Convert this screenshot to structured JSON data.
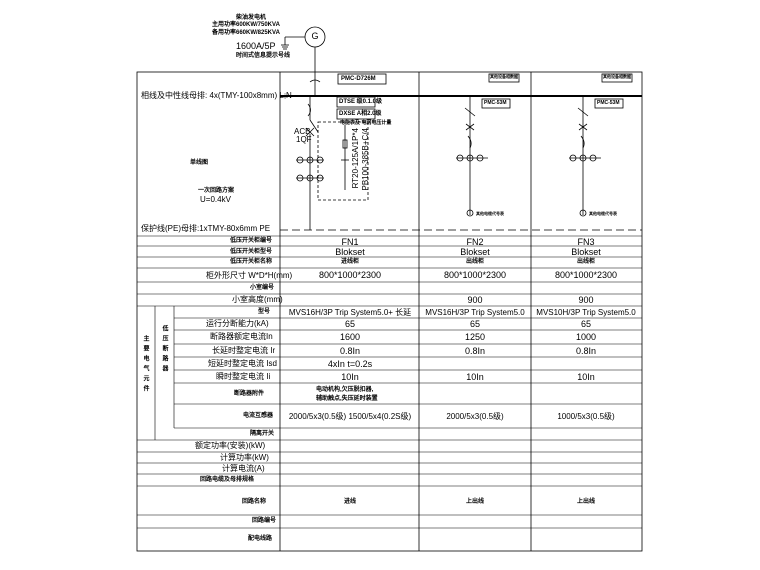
{
  "generator": {
    "title": "柴油发电机",
    "main_power": "主用功率600KW/750KVA",
    "standby_power": "备用功率660KW/825KVA",
    "breaker": "1600A/5P",
    "breaker_note": "时间式信息提示号线",
    "symbol": "G"
  },
  "busbar": {
    "label": "相线及中性线母排: 4x(TMY-100x8mm) L;N",
    "pe_label": "保护线(PE)母排:1xTMY-80x6mm PE"
  },
  "left_header": {
    "single_line": "单线图",
    "scheme": "一次回路方案",
    "voltage": "U=0.4kV"
  },
  "diagram": {
    "pmc_tag": "PMC-D726M",
    "dt_label_1": "DTSE 级0.1.0级",
    "dt_label_2": "DXSE A相2.0级",
    "dt_note": "电能表及 电网电压计量",
    "acb": "ACB",
    "qf": "1QF",
    "rt_fuse": "RT20-125A/1P*4",
    "pb_surge": "PB100-385B+C/4",
    "fn_tag": "其他设备相数据",
    "pmc_53": "PMC-53M",
    "cable_note": "其他电缆代号表"
  },
  "table": {
    "row_labels": [
      "低压开关柜编号",
      "低压开关柜型号",
      "低压开关柜名称",
      "柜外形尺寸 W*D*H(mm)",
      "小室编号",
      "小室高度(mm)"
    ],
    "columns": [
      {
        "id": "FN1",
        "model": "Blokset",
        "name": "进线柜",
        "size": "800*1000*2300",
        "cell_no": "",
        "cell_height": ""
      },
      {
        "id": "FN2",
        "model": "Blokset",
        "name": "出线柜",
        "size": "800*1000*2300",
        "cell_no": "",
        "cell_height": "900"
      },
      {
        "id": "FN3",
        "model": "Blokset",
        "name": "出线柜",
        "size": "800*1000*2300",
        "cell_no": "",
        "cell_height": "900"
      }
    ],
    "main_equip_label": "主要电气元件",
    "lv_breaker_label": "低压断路器",
    "breaker_rows": [
      "型号",
      "运行分断能力(kA)",
      "断路器额定电流In",
      "长延时整定电流 Ir",
      "短延时整定电流 Isd",
      "瞬时整定电流 Ii"
    ],
    "breaker_values": [
      [
        "MVS16H/3P Trip System5.0+ 长延",
        "MVS16H/3P Trip System5.0",
        "MVS10H/3P Trip System5.0"
      ],
      [
        "65",
        "65",
        "65"
      ],
      [
        "1600",
        "1250",
        "1000"
      ],
      [
        "0.8In",
        "0.8In",
        "0.8In"
      ],
      [
        "4xIn  t=0.2s",
        "",
        ""
      ],
      [
        "10In",
        "10In",
        "10In"
      ]
    ],
    "accessory_label": "断路器附件",
    "accessory_value": [
      "电动机构,欠压脱扣器,",
      "辅助触点,失压延时装置"
    ],
    "ct_label": "电流互感器",
    "ct_values": [
      "2000/5x3(0.5级) 1500/5x4(0.2S级)",
      "2000/5x3(0.5级)",
      "1000/5x3(0.5级)"
    ],
    "isolator_label": "隔离开关",
    "lower_rows": [
      "额定功率(安装)(kW)",
      "计算功率(kW)",
      "计算电流(A)",
      "回路电缆及母排规格"
    ],
    "circuit_name_label": "回路名称",
    "circuit_names": [
      "进线",
      "上出线",
      "上出线"
    ],
    "circuit_no_label": "回路编号",
    "remark_label": "配电线路"
  }
}
